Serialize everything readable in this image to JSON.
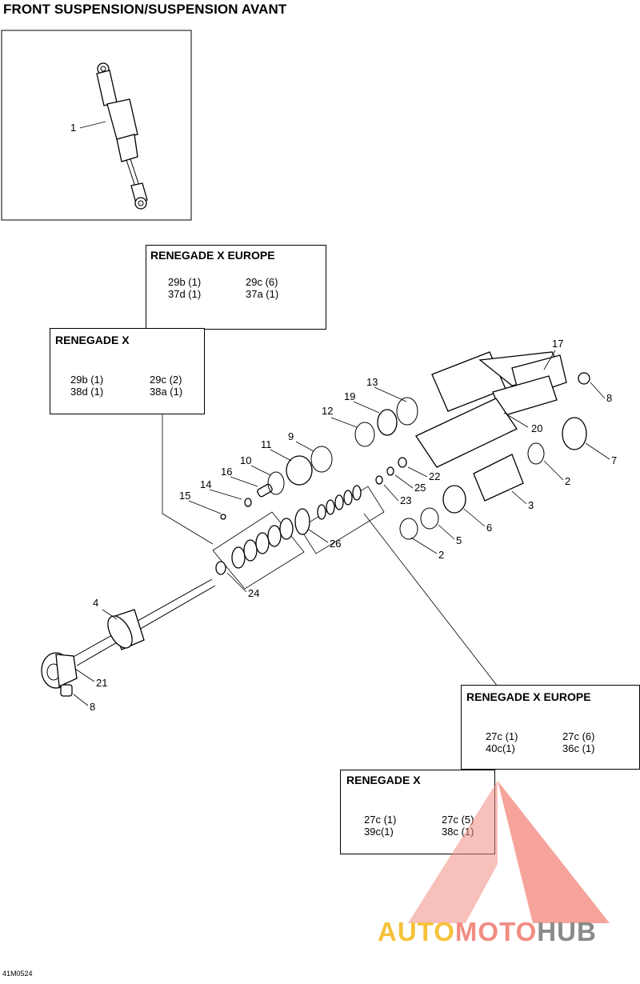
{
  "title": "FRONT SUSPENSION/SUSPENSION AVANT",
  "drawing_code": "41M0524",
  "callouts": {
    "upper_left_europe": {
      "heading": "RENEGADE X EUROPE",
      "left": [
        "29b (1)",
        "37d (1)"
      ],
      "right": [
        "29c (6)",
        "37a (1)"
      ]
    },
    "upper_left_x": {
      "heading": "RENEGADE X",
      "left": [
        "29b (1)",
        "38d (1)"
      ],
      "right": [
        "29c (2)",
        "38a (1)"
      ]
    },
    "lower_right_europe": {
      "heading": "RENEGADE X EUROPE",
      "left": [
        "27c (1)",
        "40c(1)"
      ],
      "right": [
        "27c (6)",
        "36c (1)"
      ]
    },
    "lower_right_x": {
      "heading": "RENEGADE X",
      "left": [
        "27c (1)",
        "39c(1)"
      ],
      "right": [
        "27c (5)",
        "38c (1)"
      ]
    }
  },
  "part_numbers": [
    "1",
    "2",
    "2",
    "3",
    "4",
    "5",
    "6",
    "7",
    "8",
    "8",
    "9",
    "10",
    "11",
    "12",
    "13",
    "14",
    "15",
    "16",
    "17",
    "19",
    "20",
    "21",
    "22",
    "23",
    "24",
    "25",
    "26"
  ],
  "watermark": {
    "brand_a": "AUTO",
    "brand_b": "MOTO",
    "brand_c": "HUB",
    "color_a": "#f6c23a",
    "color_b": "#f28c82",
    "color_c": "#8a8a8a"
  }
}
